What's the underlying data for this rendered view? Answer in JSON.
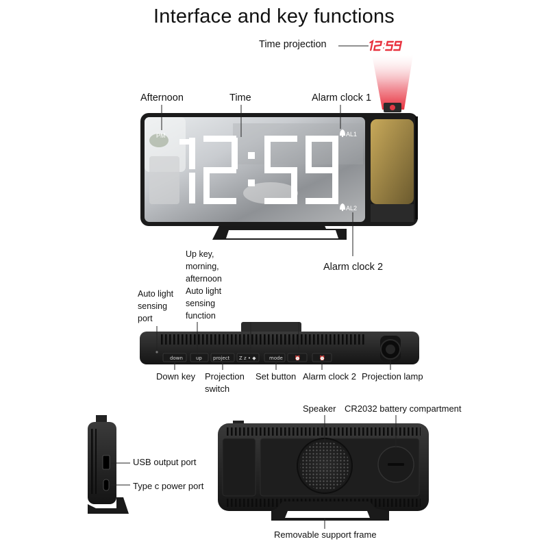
{
  "title": "Interface and key functions",
  "projection": {
    "label": "Time projection",
    "projected_time": "12:59"
  },
  "display": {
    "time": "12:59",
    "pm_indicator": "PM",
    "alarm1_indicator": "AL1",
    "alarm2_indicator": "AL2",
    "labels": {
      "afternoon": "Afternoon",
      "time": "Time",
      "alarm_clock_1": "Alarm clock 1",
      "alarm_clock_2": "Alarm clock 2"
    }
  },
  "top_panel": {
    "labels": {
      "auto_light_port": "Auto light sensing port",
      "up_key": "Up key, morning, afternoon Auto light sensing function",
      "down_key": "Down key",
      "projection_switch": "Projection switch",
      "set_button": "Set button",
      "alarm_clock_2": "Alarm clock 2",
      "projection_lamp": "Projection lamp"
    },
    "buttons": [
      "down",
      "up",
      "project",
      "Z z • ◆",
      "mode",
      "⏰",
      "⏰"
    ]
  },
  "side_view": {
    "labels": {
      "usb_output": "USB output port",
      "type_c_power": "Type c power port"
    }
  },
  "back_view": {
    "labels": {
      "speaker": "Speaker",
      "battery": "CR2032 battery compartment",
      "support_frame": "Removable support frame"
    }
  }
}
